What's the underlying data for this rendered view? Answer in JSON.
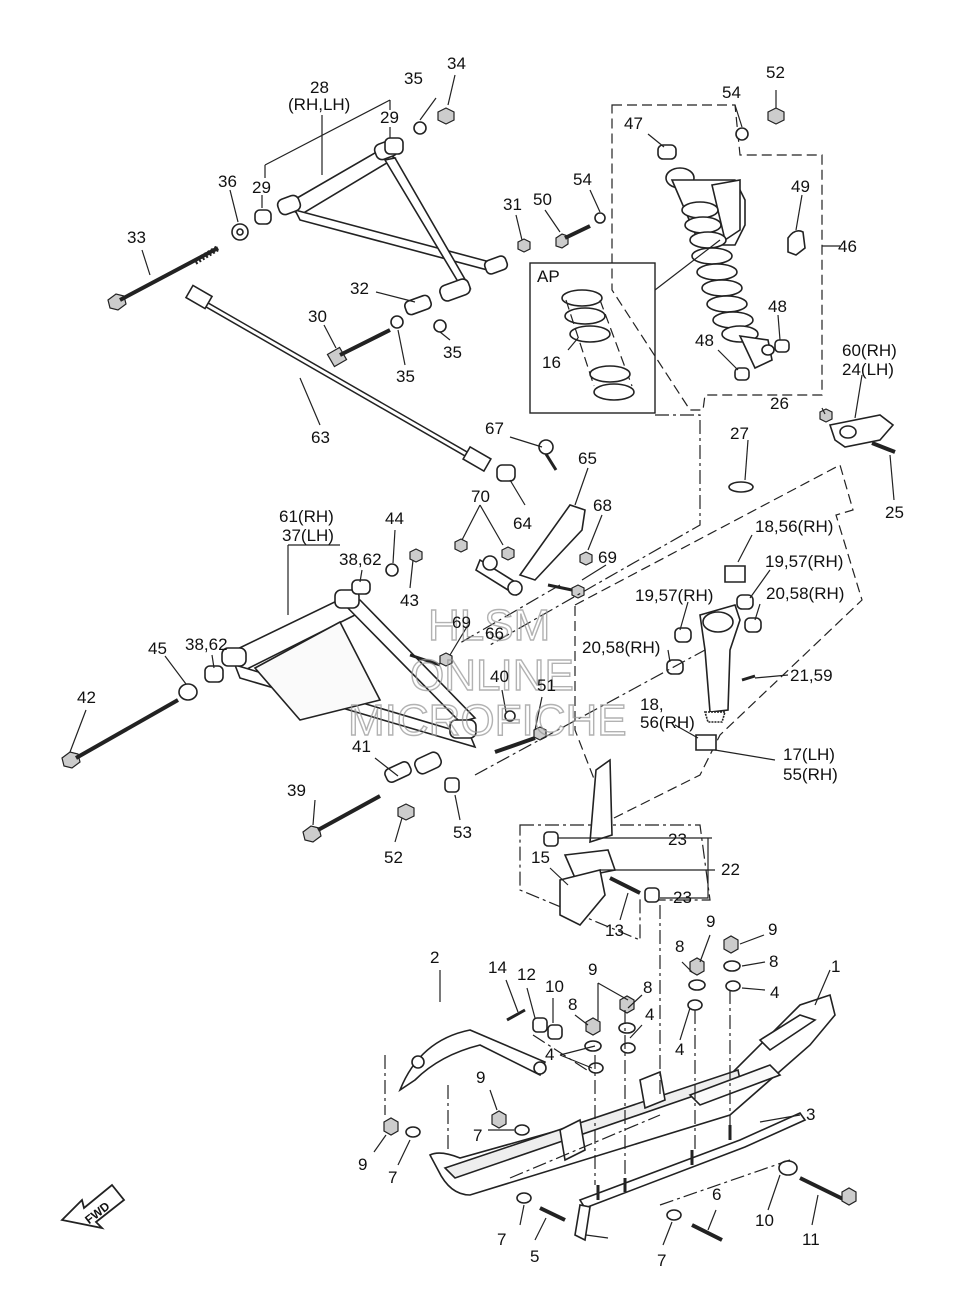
{
  "watermark": [
    "HLSM",
    "ONLINE",
    "MICROFICHE"
  ],
  "inset_label": "AP",
  "direction_label": "FWD",
  "callouts": [
    "1",
    "2",
    "3",
    "4",
    "5",
    "6",
    "7",
    "8",
    "9",
    "10",
    "11",
    "12",
    "13",
    "14",
    "15",
    "16",
    "17(LH)",
    "55(RH)",
    "18,56(RH)",
    "18,",
    "56(RH)",
    "19,57(RH)",
    "20,58(RH)",
    "21,59",
    "22",
    "23",
    "24(LH)",
    "25",
    "26",
    "27",
    "28",
    "(RH,LH)",
    "29",
    "30",
    "31",
    "32",
    "33",
    "34",
    "35",
    "36",
    "37(LH)",
    "38,62",
    "39",
    "40",
    "41",
    "42",
    "43",
    "44",
    "45",
    "46",
    "47",
    "48",
    "49",
    "50",
    "51",
    "52",
    "53",
    "54",
    "60(RH)",
    "61(RH)",
    "63",
    "64",
    "65",
    "66",
    "67",
    "68",
    "69",
    "70"
  ]
}
